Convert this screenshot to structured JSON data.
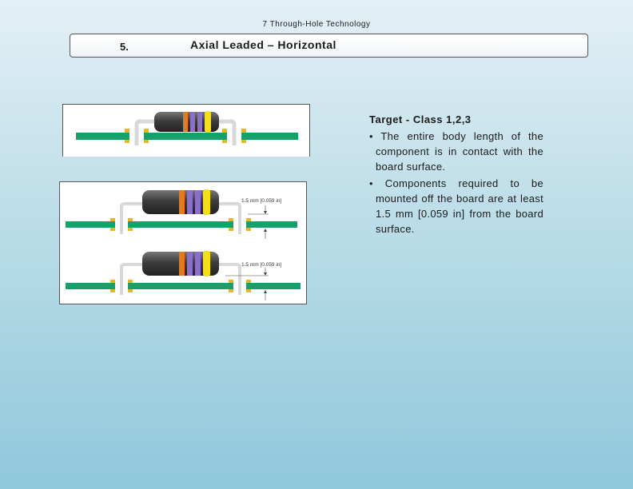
{
  "header": {
    "chapter": "7  Through-Hole Technology"
  },
  "section": {
    "number": "5.",
    "title": "Axial Leaded – Horizontal"
  },
  "figure": {
    "dimension_label_1": "1.5 mm [0.059 in]",
    "dimension_label_2": "1.5 mm [0.059 in]"
  },
  "text": {
    "target": "Target - Class 1,2,3",
    "bullets": [
      "• The entire body length of the component is in contact with the board surface.",
      "• Components required to be mounted off the board are at least 1.5 mm [0.059 in] from the board surface."
    ]
  },
  "colors": {
    "board": "#16a06a",
    "pad": "#e8b628",
    "body": "#4a4a4a",
    "band_orange": "#e07a26",
    "band_violet": "#8a70c8",
    "band_yellow": "#f2df1a",
    "lead": "#e0e0e0"
  }
}
